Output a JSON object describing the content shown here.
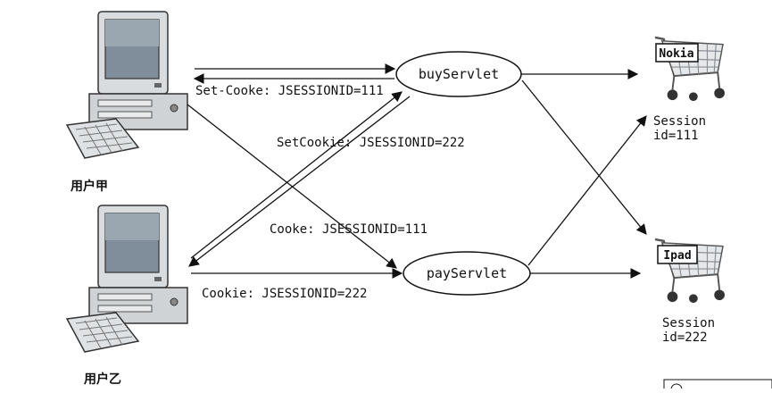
{
  "clients": [
    {
      "id": "user-a",
      "caption": "用户甲"
    },
    {
      "id": "user-b",
      "caption": "用户乙"
    }
  ],
  "servlets": [
    {
      "id": "buy",
      "label": "buyServlet"
    },
    {
      "id": "pay",
      "label": "payServlet"
    }
  ],
  "carts": [
    {
      "id": "cart-1",
      "item": "Nokia",
      "session_line1": "Session",
      "session_line2": "id=111"
    },
    {
      "id": "cart-2",
      "item": "Ipad",
      "session_line1": "Session",
      "session_line2": "id=222"
    }
  ],
  "edge_labels": {
    "set_cooke_111": "Set-Cooke: JSESSIONID=111",
    "setcookie_222": "SetCookie: JSESSIONID=222",
    "cooke_111": "Cooke: JSESSIONID=111",
    "cookie_222": "Cookie: JSESSIONID=222"
  },
  "colors": {
    "line": "#111111",
    "cart_metal": "#8a8f96",
    "monitor": "#cfd3d6",
    "screen": "#7f8e9a"
  }
}
